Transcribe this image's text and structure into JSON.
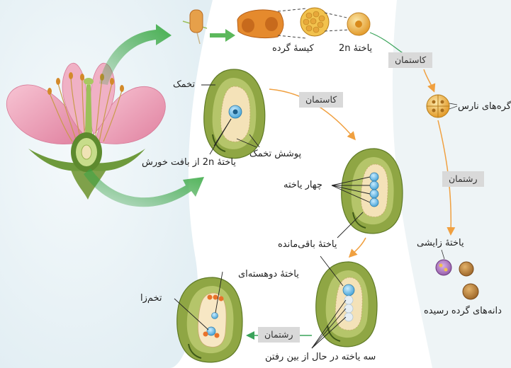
{
  "labels": {
    "pollen_sac": "کیسهٔ گرده",
    "cell_2n_top": "یاختهٔ 2n",
    "ovule": "تخمک",
    "cell_2n_tissue": "یاختهٔ 2n از بافت خورش",
    "integument": "پوشش تخمک",
    "four_cells": "چهار یاخته",
    "remaining_cell": "یاختهٔ باقی‌مانده",
    "diploid_cell": "یاختهٔ دوهسته‌ای",
    "egg": "تخم‌زا",
    "dying_cells": "سه یاخته در حال از بین رفتن",
    "immature_pollen": "گره‌های نارس",
    "generative_cell": "یاختهٔ زایشی",
    "mature_pollen": "دانه‌های گرده رسیده"
  },
  "process_boxes": {
    "meiosis_top": "کاستمان",
    "meiosis_middle": "کاستمان",
    "mitosis_right": "رشتمان",
    "mitosis_bottom": "رشتمان"
  },
  "colors": {
    "ovule_outer": "#8fa644",
    "ovule_inner": "#6f8a30",
    "nucellus": "#f4e2b8",
    "cell_blue": "#5fb3e0",
    "pollen": "#e9a93a",
    "arrow_green": "#7cc47a",
    "arrow_orange": "#f0a040",
    "petal_pink": "#f2a8be"
  }
}
